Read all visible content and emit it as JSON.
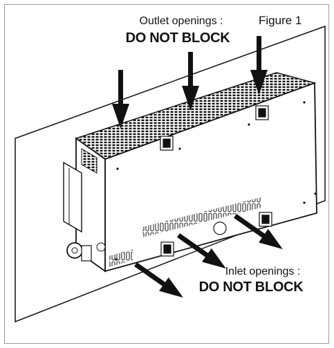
{
  "figure": {
    "label": "Figure 1"
  },
  "outlet": {
    "title": "Outlet openings :",
    "warning": "DO NOT BLOCK"
  },
  "inlet": {
    "title": "Inlet openings :",
    "warning": "DO NOT BLOCK"
  },
  "colors": {
    "ink": "#111111",
    "frame": "#9a9a9a",
    "background": "#ffffff"
  }
}
